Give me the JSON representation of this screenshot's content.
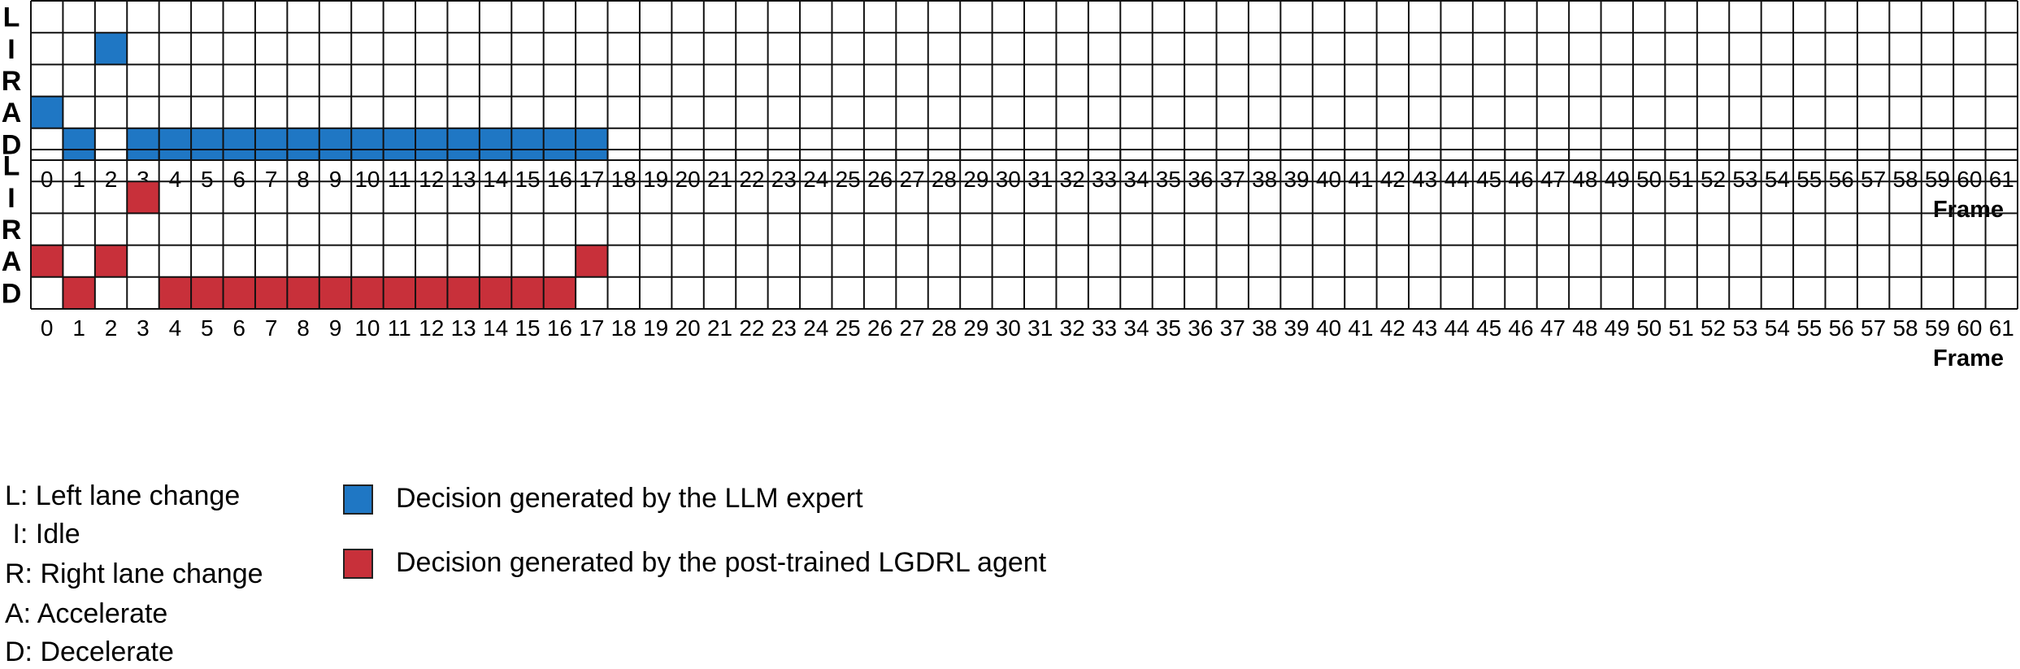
{
  "chart_data": [
    {
      "type": "heatmap",
      "rows": [
        "L",
        "I",
        "R",
        "A",
        "D"
      ],
      "xlabel": "Frame",
      "x": [
        0,
        1,
        2,
        3,
        4,
        5,
        6,
        7,
        8,
        9,
        10,
        11,
        12,
        13,
        14,
        15,
        16,
        17,
        18,
        19,
        20,
        21,
        22,
        23,
        24,
        25,
        26,
        27,
        28,
        29,
        30,
        31,
        32,
        33,
        34,
        35,
        36,
        37,
        38,
        39,
        40,
        41,
        42,
        43,
        44,
        45,
        46,
        47,
        48,
        49,
        50,
        51,
        52,
        53,
        54,
        55,
        56,
        57,
        58,
        59,
        60,
        61
      ],
      "series_color": "#1f77c4",
      "decisions": [
        {
          "frame": 0,
          "action": "A"
        },
        {
          "frame": 1,
          "action": "D"
        },
        {
          "frame": 2,
          "action": "I"
        },
        {
          "frame": 3,
          "action": "D"
        },
        {
          "frame": 4,
          "action": "D"
        },
        {
          "frame": 5,
          "action": "D"
        },
        {
          "frame": 6,
          "action": "D"
        },
        {
          "frame": 7,
          "action": "D"
        },
        {
          "frame": 8,
          "action": "D"
        },
        {
          "frame": 9,
          "action": "D"
        },
        {
          "frame": 10,
          "action": "D"
        },
        {
          "frame": 11,
          "action": "D"
        },
        {
          "frame": 12,
          "action": "D"
        },
        {
          "frame": 13,
          "action": "D"
        },
        {
          "frame": 14,
          "action": "D"
        },
        {
          "frame": 15,
          "action": "D"
        },
        {
          "frame": 16,
          "action": "D"
        },
        {
          "frame": 17,
          "action": "D"
        }
      ]
    },
    {
      "type": "heatmap",
      "rows": [
        "L",
        "I",
        "R",
        "A",
        "D"
      ],
      "xlabel": "Frame",
      "x": [
        0,
        1,
        2,
        3,
        4,
        5,
        6,
        7,
        8,
        9,
        10,
        11,
        12,
        13,
        14,
        15,
        16,
        17,
        18,
        19,
        20,
        21,
        22,
        23,
        24,
        25,
        26,
        27,
        28,
        29,
        30,
        31,
        32,
        33,
        34,
        35,
        36,
        37,
        38,
        39,
        40,
        41,
        42,
        43,
        44,
        45,
        46,
        47,
        48,
        49,
        50,
        51,
        52,
        53,
        54,
        55,
        56,
        57,
        58,
        59,
        60,
        61
      ],
      "series_color": "#c8303a",
      "decisions": [
        {
          "frame": 0,
          "action": "A"
        },
        {
          "frame": 1,
          "action": "D"
        },
        {
          "frame": 2,
          "action": "A"
        },
        {
          "frame": 3,
          "action": "I"
        },
        {
          "frame": 4,
          "action": "D"
        },
        {
          "frame": 5,
          "action": "D"
        },
        {
          "frame": 6,
          "action": "D"
        },
        {
          "frame": 7,
          "action": "D"
        },
        {
          "frame": 8,
          "action": "D"
        },
        {
          "frame": 9,
          "action": "D"
        },
        {
          "frame": 10,
          "action": "D"
        },
        {
          "frame": 11,
          "action": "D"
        },
        {
          "frame": 12,
          "action": "D"
        },
        {
          "frame": 13,
          "action": "D"
        },
        {
          "frame": 14,
          "action": "D"
        },
        {
          "frame": 15,
          "action": "D"
        },
        {
          "frame": 16,
          "action": "D"
        },
        {
          "frame": 17,
          "action": "A"
        }
      ]
    }
  ],
  "legend": {
    "abbreviations": [
      "L: Left lane change",
      " I: Idle",
      "R: Right lane change",
      "A: Accelerate",
      "D: Decelerate"
    ],
    "llm_label": "Decision generated by the LLM expert",
    "agent_label": "Decision generated by the post-trained LGDRL agent",
    "llm_color": "#1f77c4",
    "agent_color": "#c8303a"
  }
}
